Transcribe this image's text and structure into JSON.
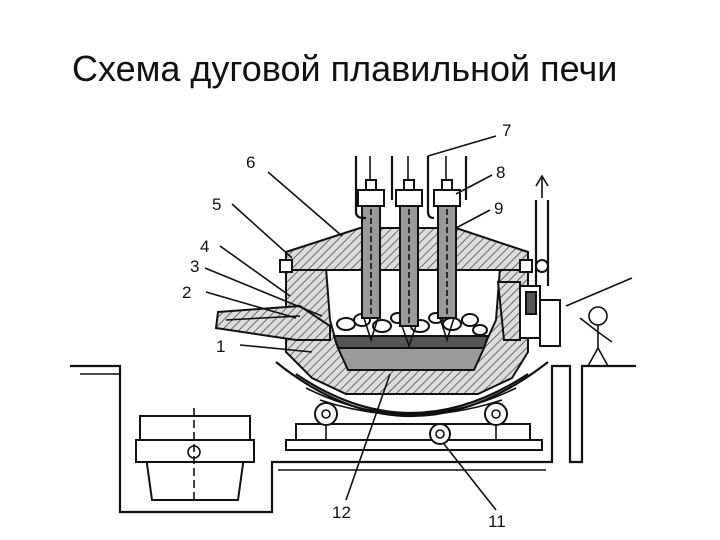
{
  "title": "Схема дуговой плавильной печи",
  "labels": [
    "1",
    "2",
    "3",
    "4",
    "5",
    "6",
    "7",
    "8",
    "9",
    "11",
    "12"
  ],
  "colors": {
    "ink": "#111111",
    "metal": "#9a9a9a",
    "slag": "#555555",
    "background": "#ffffff"
  }
}
